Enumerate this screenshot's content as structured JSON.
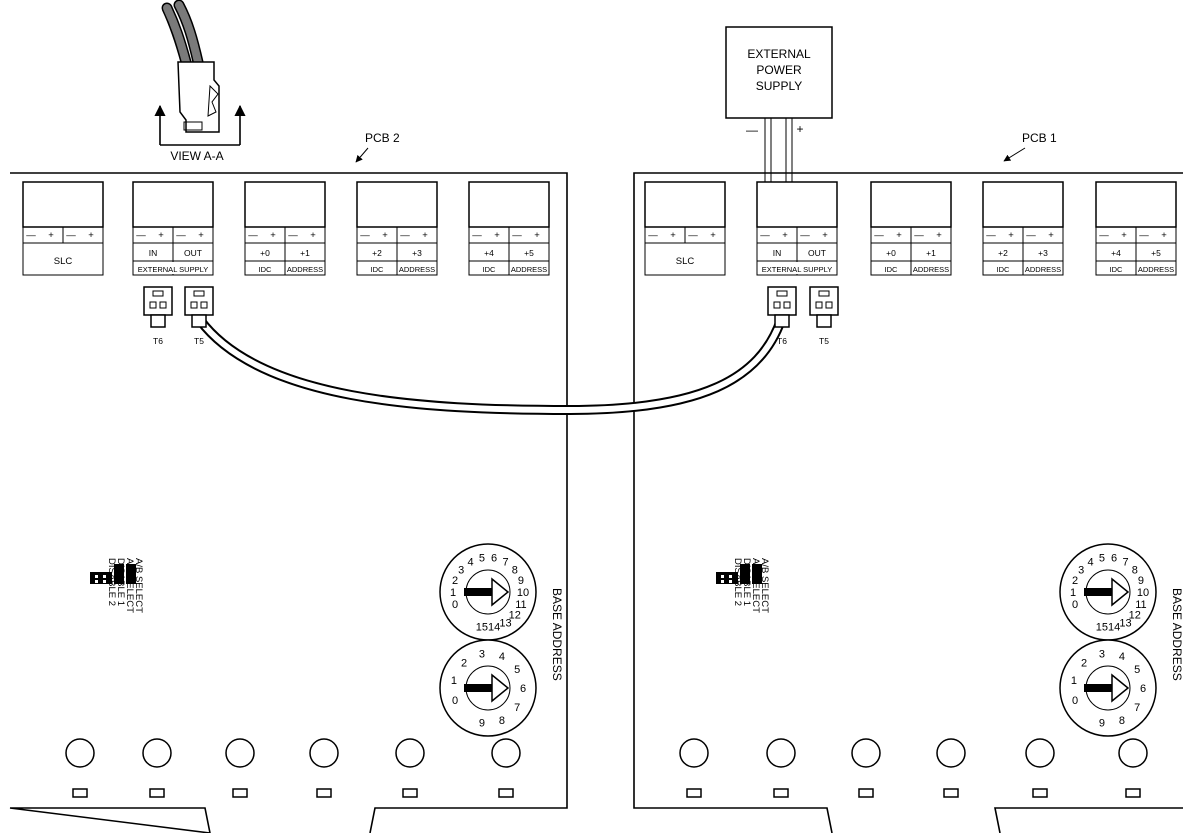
{
  "view_label": "VIEW A-A",
  "supply": {
    "lines": [
      "EXTERNAL",
      "POWER",
      "SUPPLY"
    ],
    "minus": "—",
    "plus": "+"
  },
  "terminal": {
    "minus": "—",
    "plus": "+"
  },
  "boards": [
    {
      "callout": "PCB 2",
      "blocks": [
        {
          "labels": [
            "SLC"
          ]
        },
        {
          "labels": [
            "IN",
            "OUT"
          ],
          "footer": "EXTERNAL SUPPLY"
        },
        {
          "labels": [
            "+0",
            "+1"
          ],
          "footer_left": "IDC",
          "footer_right": "ADDRESS"
        },
        {
          "labels": [
            "+2",
            "+3"
          ],
          "footer_left": "IDC",
          "footer_right": "ADDRESS"
        },
        {
          "labels": [
            "+4",
            "+5"
          ],
          "footer_left": "IDC",
          "footer_right": "ADDRESS"
        }
      ],
      "connectors": [
        "T6",
        "T5"
      ],
      "jumpers": [
        "A/B SELECT",
        "A/B SELECT",
        "DISABLE 1",
        "DISABLE 2"
      ],
      "base_address": "BASE ADDRESS",
      "dial_upper": [
        "0",
        "1",
        "2",
        "3",
        "4",
        "5",
        "6",
        "7",
        "8",
        "9",
        "10",
        "11",
        "12",
        "13",
        "14",
        "15"
      ],
      "dial_lower": [
        "0",
        "1",
        "2",
        "3",
        "4",
        "5",
        "6",
        "7",
        "8",
        "9"
      ]
    },
    {
      "callout": "PCB 1",
      "blocks": [
        {
          "labels": [
            "SLC"
          ]
        },
        {
          "labels": [
            "IN",
            "OUT"
          ],
          "footer": "EXTERNAL SUPPLY"
        },
        {
          "labels": [
            "+0",
            "+1"
          ],
          "footer_left": "IDC",
          "footer_right": "ADDRESS"
        },
        {
          "labels": [
            "+2",
            "+3"
          ],
          "footer_left": "IDC",
          "footer_right": "ADDRESS"
        },
        {
          "labels": [
            "+4",
            "+5"
          ],
          "footer_left": "IDC",
          "footer_right": "ADDRESS"
        }
      ],
      "connectors": [
        "T6",
        "T5"
      ],
      "jumpers": [
        "A/B SELECT",
        "A/B SELECT",
        "DISABLE 1",
        "DISABLE 2"
      ],
      "base_address": "BASE ADDRESS",
      "dial_upper": [
        "0",
        "1",
        "2",
        "3",
        "4",
        "5",
        "6",
        "7",
        "8",
        "9",
        "10",
        "11",
        "12",
        "13",
        "14",
        "15"
      ],
      "dial_lower": [
        "0",
        "1",
        "2",
        "3",
        "4",
        "5",
        "6",
        "7",
        "8",
        "9"
      ]
    }
  ]
}
